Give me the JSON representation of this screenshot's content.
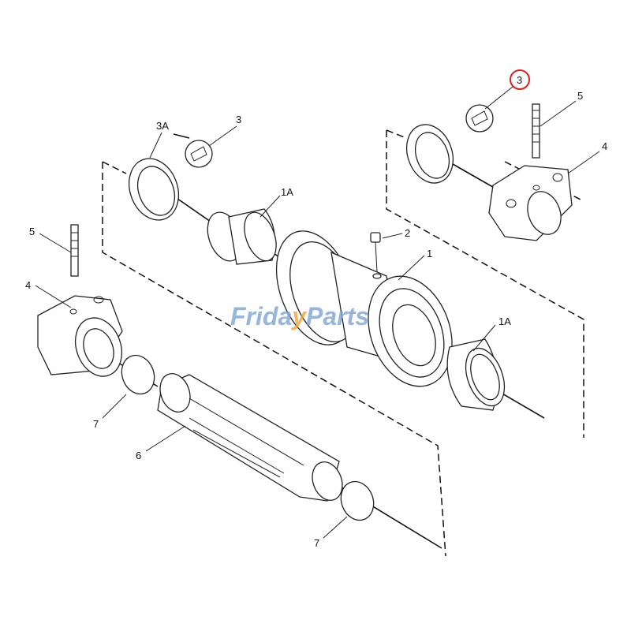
{
  "callouts": [
    {
      "id": "3-highlighted",
      "text": "3",
      "highlighted": true
    },
    {
      "id": "5-right",
      "text": "5"
    },
    {
      "id": "4-right",
      "text": "4"
    },
    {
      "id": "3A",
      "text": "3A"
    },
    {
      "id": "3-left",
      "text": "3"
    },
    {
      "id": "1A-left",
      "text": "1A"
    },
    {
      "id": "2",
      "text": "2"
    },
    {
      "id": "1",
      "text": "1"
    },
    {
      "id": "5-left",
      "text": "5"
    },
    {
      "id": "4-left",
      "text": "4"
    },
    {
      "id": "1A-right",
      "text": "1A"
    },
    {
      "id": "7-left",
      "text": "7"
    },
    {
      "id": "6",
      "text": "6"
    },
    {
      "id": "7-bottom",
      "text": "7"
    }
  ],
  "watermark": {
    "part1": "Frida",
    "part2": "y",
    "part3": "Parts"
  },
  "colors": {
    "highlight": "#d9231d",
    "watermark_blue": "#7fa3d4",
    "watermark_orange": "#f0a53a"
  }
}
